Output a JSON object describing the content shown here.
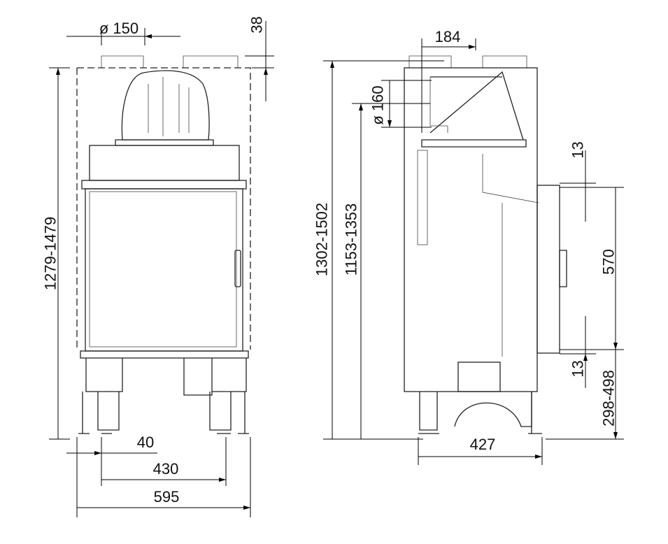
{
  "front_view": {
    "dimensions": {
      "flue_diameter": "ø 150",
      "flue_offset": "38",
      "total_height": "1279-1479",
      "leg_offset": "40",
      "leg_spacing": "430",
      "total_width": "595"
    }
  },
  "side_view": {
    "dimensions": {
      "flue_depth": "184",
      "total_height": "1302-1502",
      "flue_center_height": "1153-1353",
      "side_flue_diameter": "ø 160",
      "door_top_gap": "13",
      "door_height": "570",
      "door_bottom_gap": "13",
      "base_height": "298-498",
      "total_depth": "427"
    }
  }
}
